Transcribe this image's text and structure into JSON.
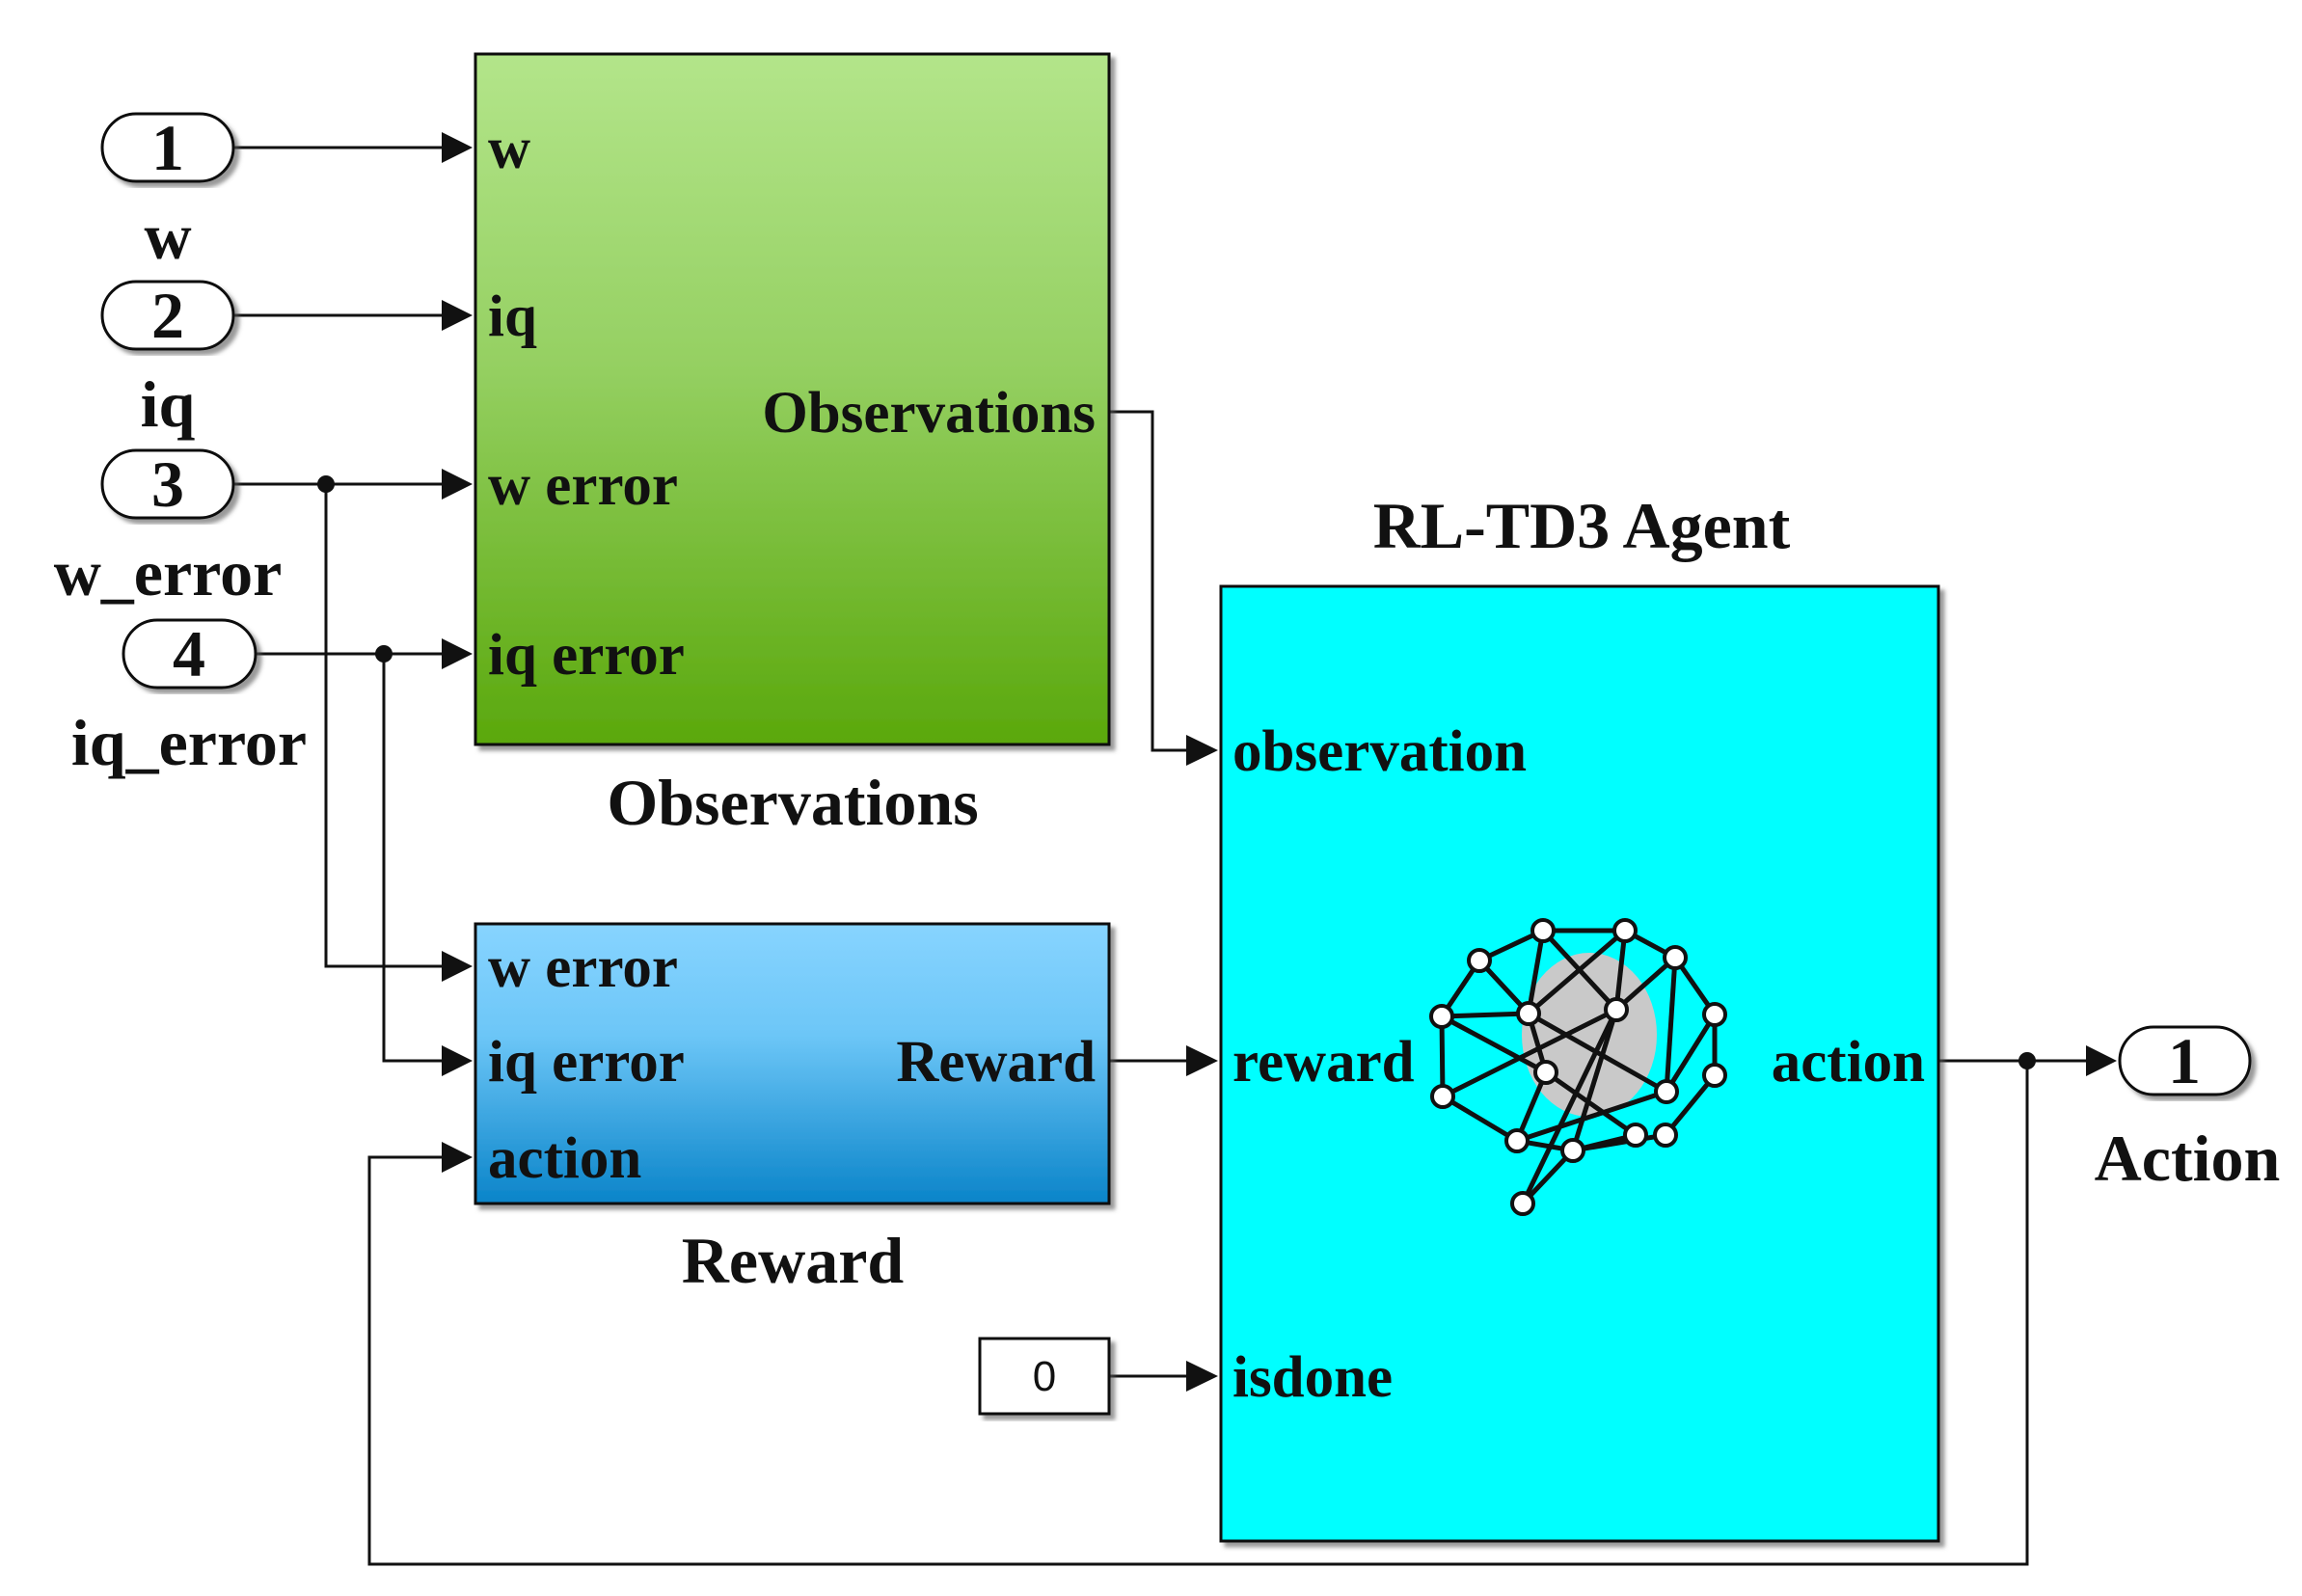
{
  "inports": [
    {
      "number": "1",
      "name": "w"
    },
    {
      "number": "2",
      "name": "iq"
    },
    {
      "number": "3",
      "name": "w_error"
    },
    {
      "number": "4",
      "name": "iq_error"
    }
  ],
  "observations_block": {
    "name": "Observations",
    "inputs": [
      "w",
      "iq",
      "w error",
      "iq error"
    ],
    "output": "Observations"
  },
  "reward_block": {
    "name": "Reward",
    "inputs": [
      "w error",
      "iq error",
      "action"
    ],
    "output": "Reward"
  },
  "agent_block": {
    "name": "RL-TD3 Agent",
    "inputs": [
      "observation",
      "reward",
      "isdone"
    ],
    "output": "action",
    "icon": "neural-network-brain-icon"
  },
  "constant": {
    "value": "0"
  },
  "outport": {
    "number": "1",
    "name": "Action"
  },
  "colors": {
    "observations_gradient": [
      "#b3e58a",
      "#5aa80c"
    ],
    "reward_gradient": [
      "#87d4ff",
      "#0a84c9"
    ],
    "agent_fill": "#00ffff",
    "wire": "#111111"
  }
}
